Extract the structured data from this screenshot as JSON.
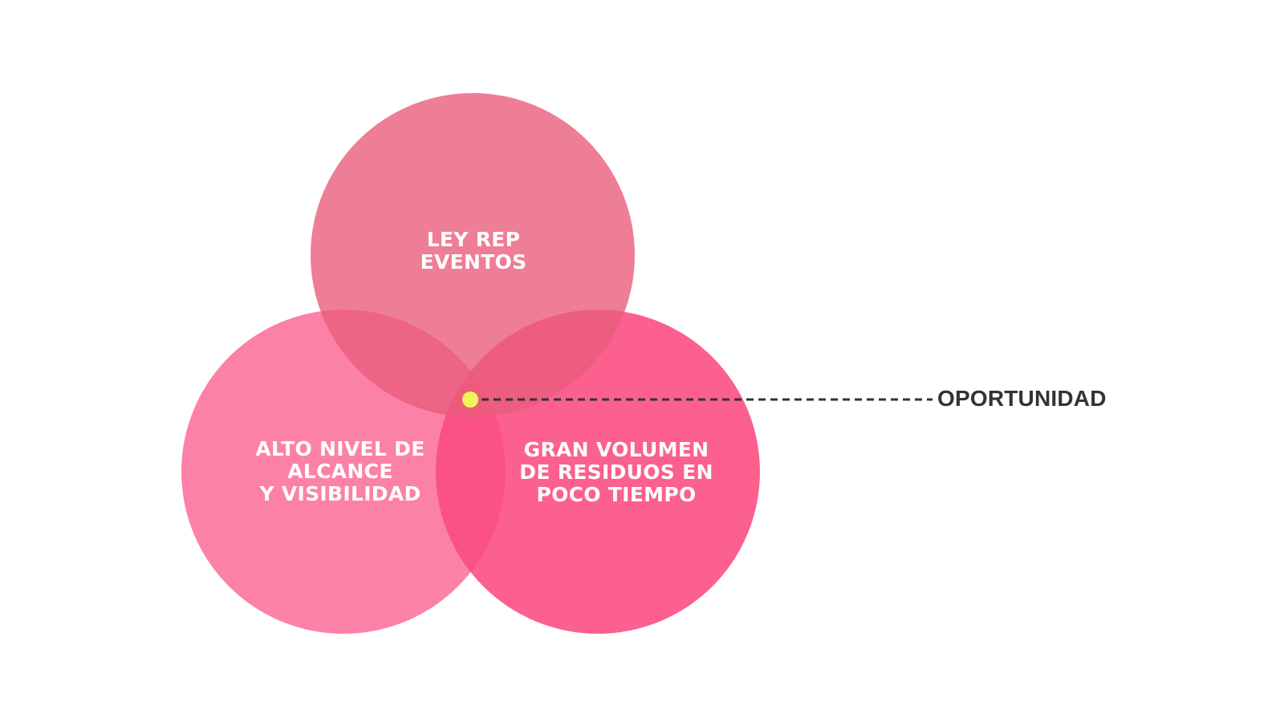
{
  "circles": {
    "top": {
      "lines": [
        "LEY REP",
        "EVENTOS"
      ],
      "color": "#ea5d7c"
    },
    "left": {
      "lines": [
        "ALTO NIVEL DE",
        "ALCANCE",
        "Y VISIBILIDAD"
      ],
      "color": "#fc6f9a"
    },
    "right": {
      "lines": [
        "GRAN VOLUMEN",
        "DE RESIDUOS EN",
        "POCO TIEMPO"
      ],
      "color": "#fb4a80"
    }
  },
  "callout": {
    "label": "OPORTUNIDAD",
    "marker_color": "#f2f55a",
    "line_color": "#333333"
  }
}
